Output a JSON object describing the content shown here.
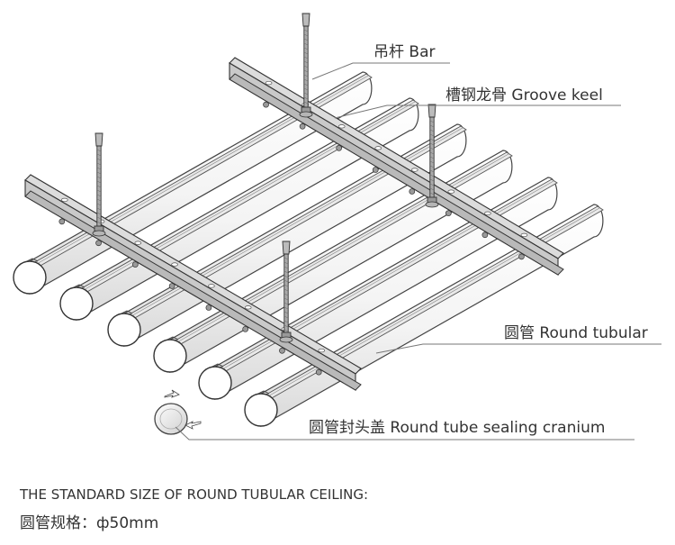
{
  "labels": {
    "bar": "吊杆  Bar",
    "groove_keel": "槽钢龙骨  Groove keel",
    "round_tubular": "圆管 Round tubular",
    "sealing_cap": "圆管封头盖  Round tube sealing cranium"
  },
  "footer": {
    "standard_title": "THE STANDARD SIZE OF ROUND TUBULAR CEILING:",
    "standard_size": "圆管规格：ф50mm"
  }
}
